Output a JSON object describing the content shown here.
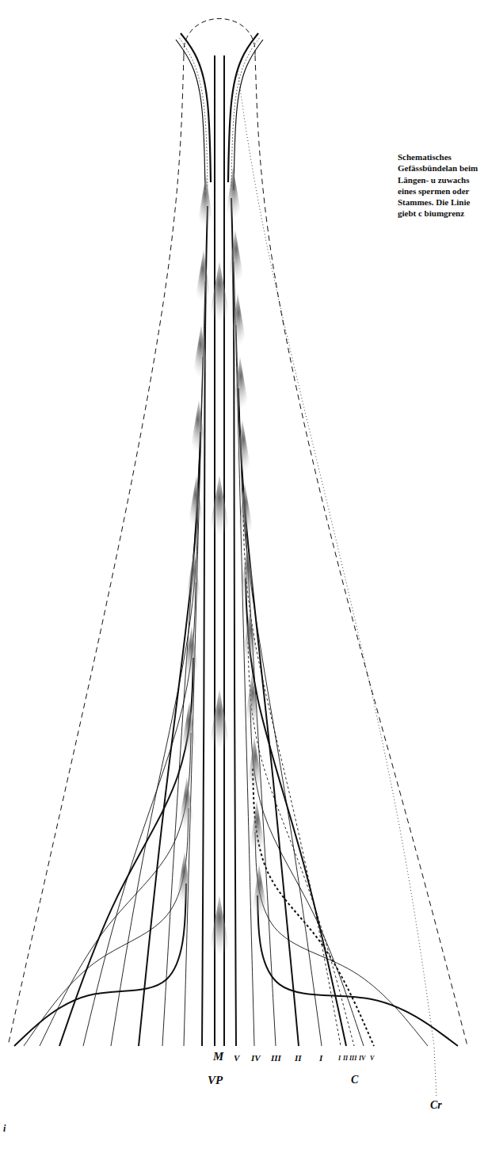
{
  "diagram": {
    "caption": "Schematisches Gefässbündelan beim Längen- u zuwachs eines spermen oder Stammes. Die Linie giebt c biumgrenz",
    "labels": [
      "M",
      "V",
      "IV",
      "III",
      "II",
      "I",
      "I",
      "II",
      "III",
      "IV",
      "V",
      "C",
      "VP",
      "Cr",
      "i"
    ]
  }
}
